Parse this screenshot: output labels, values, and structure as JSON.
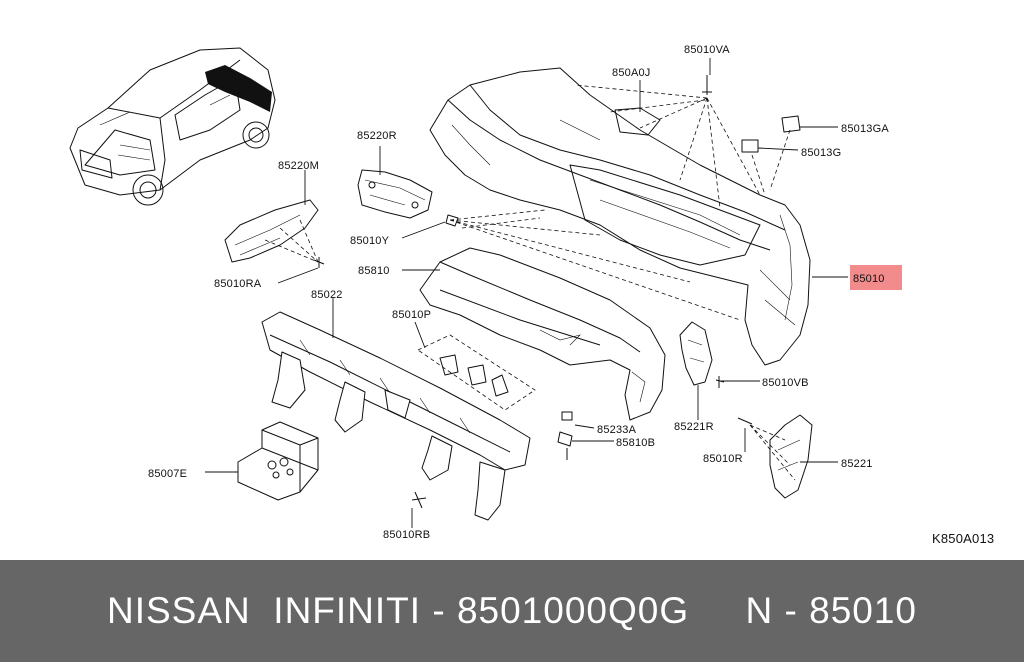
{
  "diagram": {
    "code": "K850A013",
    "highlight_color": "#f28b8b",
    "labels": {
      "p85010VA": "85010VA",
      "p850A0J": "850A0J",
      "p85013GA": "85013GA",
      "p85013G": "85013G",
      "p85220R": "85220R",
      "p85220M": "85220M",
      "p85010Y": "85010Y",
      "p85810": "85810",
      "p85010": "85010",
      "p85010RA": "85010RA",
      "p85022": "85022",
      "p85010P": "85010P",
      "p85010VB": "85010VB",
      "p85221R": "85221R",
      "p85233A": "85233A",
      "p85810B": "85810B",
      "p85010R": "85010R",
      "p85221": "85221",
      "p85007E": "85007E",
      "p85010RB": "85010RB"
    }
  },
  "footer": {
    "text": "NISSAN  INFINITI - 8501000Q0G     N - 85010",
    "background": "#666666"
  }
}
